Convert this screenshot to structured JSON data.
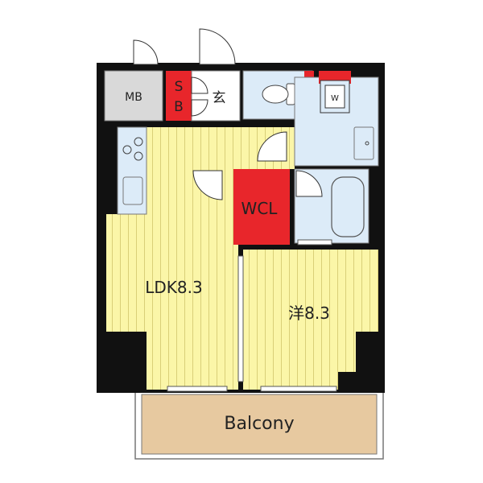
{
  "colors": {
    "wall": "#111111",
    "floor": "#fbf6a8",
    "floor_lines": "#d9cf78",
    "wet_area": "#dcebf8",
    "closet": "#e8262b",
    "mb": "#d9d9d9",
    "balcony": "#e7c9a0"
  },
  "rooms": {
    "mb": "MB",
    "sb_top": "S",
    "sb_bottom": "B",
    "entrance": "玄",
    "washer": "W",
    "wcl": "WCL",
    "ldk": "LDK8.3",
    "western": "洋8.3",
    "balcony": "Balcony"
  }
}
